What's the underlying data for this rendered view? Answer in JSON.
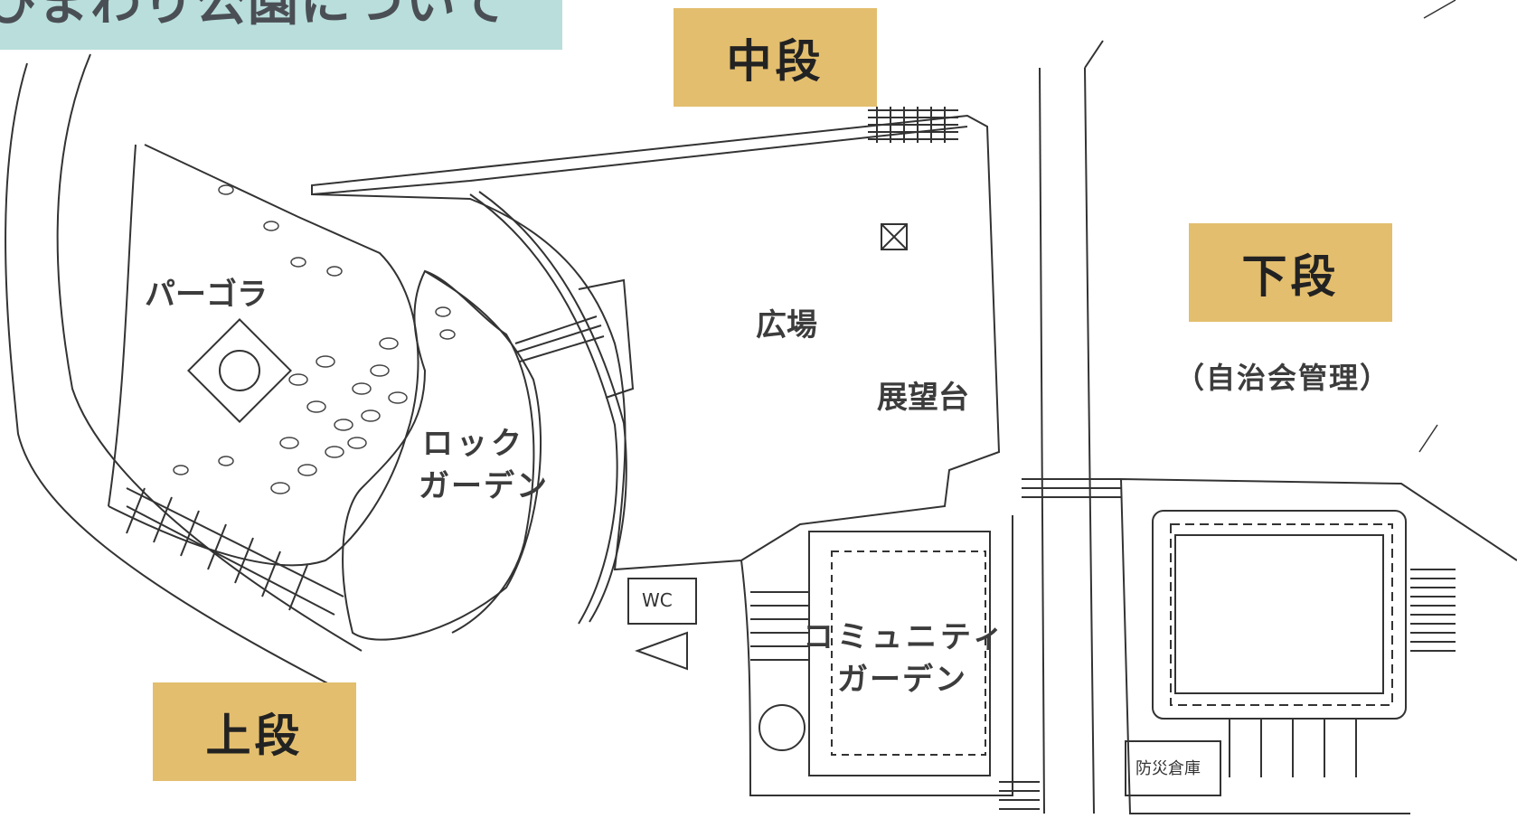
{
  "page": {
    "title": "ひまわり公園について"
  },
  "tiers": {
    "upper": "上段",
    "middle": "中段",
    "lower": "下段",
    "lower_note": "（自治会管理）"
  },
  "areas": {
    "pergola": "パーゴラ",
    "rock_garden_1": "ロック",
    "rock_garden_2": "ガーデン",
    "plaza": "広場",
    "observation_deck": "展望台",
    "community_garden_1": "コミュニティ",
    "community_garden_2": "ガーデン",
    "wc": "WC",
    "disaster_storage": "防災倉庫"
  },
  "colors": {
    "title_banner": "#b9dedb",
    "tier_label_bg": "#e3be6e",
    "line": "#333333"
  }
}
